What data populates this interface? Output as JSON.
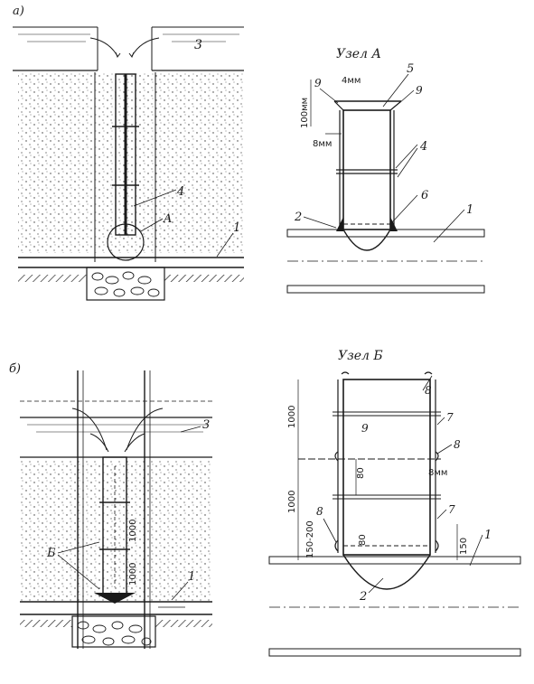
{
  "panel_a": {
    "tag": "а)",
    "labels": {
      "water": "3",
      "pipe": "4",
      "node": "A",
      "drain": "1"
    }
  },
  "node_a": {
    "title": "Узел А",
    "labels": {
      "l9a": "9",
      "l9b": "9",
      "l5": "5",
      "l4": "4",
      "l6": "6",
      "l2": "2",
      "l1": "1",
      "dim_gap": "4мм",
      "dim_height": "100мм",
      "dim_gap2": "8мм"
    }
  },
  "panel_b": {
    "tag": "б)",
    "labels": {
      "water": "3",
      "node": "Б",
      "drain": "1",
      "seg1": "1000",
      "seg2": "1000"
    }
  },
  "node_b": {
    "title": "Узел Б",
    "labels": {
      "l8a": "8",
      "l7a": "7",
      "l9": "9",
      "l8b": "8",
      "l7b": "7",
      "l8c": "8",
      "l2": "2",
      "l1": "1",
      "dim_1000a": "1000",
      "dim_1000b": "1000",
      "dim_80a": "80",
      "dim_80b": "80",
      "dim_8mm": "8мм",
      "dim_150_200": "150-200",
      "dim_150": "150"
    }
  },
  "colors": {
    "ink": "#1a1a1a",
    "paper": "#ffffff",
    "hatch": "#555555"
  }
}
